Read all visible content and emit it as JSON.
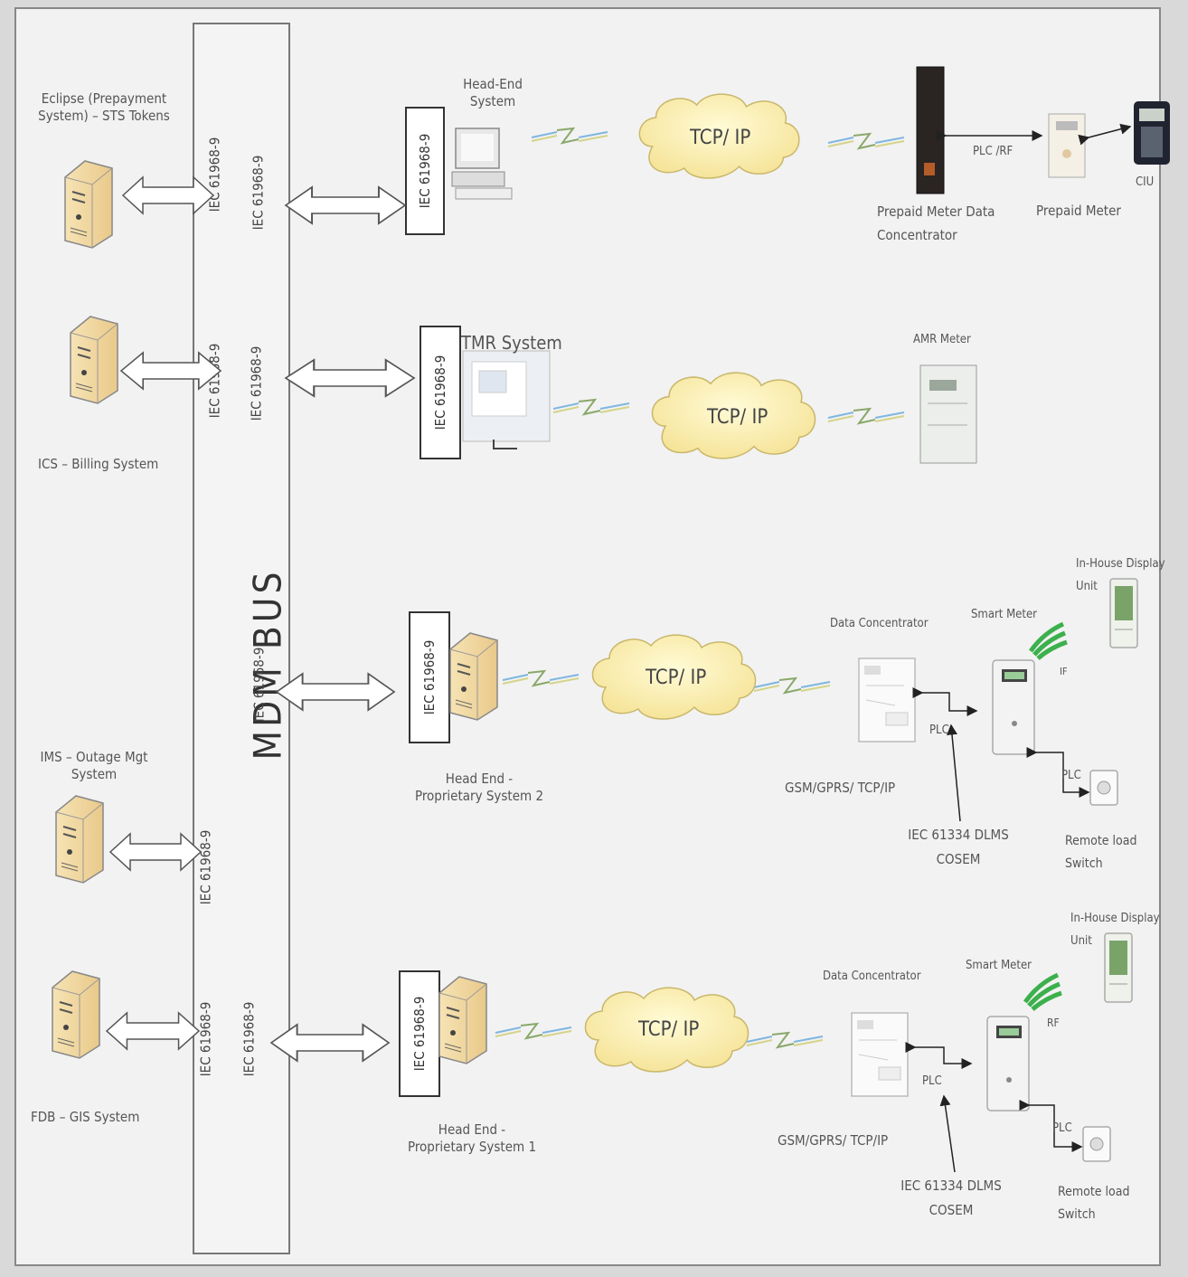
{
  "bus": {
    "name": "MDM BUS"
  },
  "iec_label": "IEC 61968-9",
  "external_systems": [
    {
      "id": "eclipse",
      "label_line1": "Eclipse (Prepayment",
      "label_line2": "System) – STS Tokens"
    },
    {
      "id": "ics",
      "label": "ICS – Billing System"
    },
    {
      "id": "ims",
      "label_line1": "IMS – Outage Mgt",
      "label_line2": "System"
    },
    {
      "id": "fdb",
      "label": "FDB – GIS System"
    }
  ],
  "headends": [
    {
      "id": "he1",
      "label_line1": "Head-End",
      "label_line2": "System"
    },
    {
      "id": "tmr",
      "label": "TMR System"
    },
    {
      "id": "he2",
      "label_line1": "Head End -",
      "label_line2": "Proprietary System 2"
    },
    {
      "id": "he3",
      "label_line1": "Head End -",
      "label_line2": "Proprietary System 1"
    }
  ],
  "network": {
    "cloud_label": "TCP/ IP"
  },
  "row1": {
    "concentrator_line1": "Prepaid Meter Data",
    "concentrator_line2": "Concentrator",
    "link": "PLC /RF",
    "meter": "Prepaid Meter",
    "ciu": "CIU"
  },
  "row2": {
    "meter": "AMR Meter"
  },
  "row3": {
    "data_concentrator": "Data Concentrator",
    "smart_meter": "Smart Meter",
    "display_line1": "In-House Display",
    "display_line2": "Unit",
    "wireless": "IF",
    "plc": "PLC",
    "plc2": "PLC",
    "gsm": "GSM/GPRS/ TCP/IP",
    "std_line1": "IEC 61334 DLMS",
    "std_line2": "COSEM",
    "switch_line1": "Remote load",
    "switch_line2": "Switch"
  },
  "row4": {
    "data_concentrator": "Data Concentrator",
    "smart_meter": "Smart Meter",
    "display_line1": "In-House Display",
    "display_line2": "Unit",
    "wireless": "RF",
    "plc": "PLC",
    "plc2": "PLC",
    "gsm": "GSM/GPRS/ TCP/IP",
    "std_line1": "IEC 61334 DLMS",
    "std_line2": "COSEM",
    "switch_line1": "Remote load",
    "switch_line2": "Switch"
  }
}
